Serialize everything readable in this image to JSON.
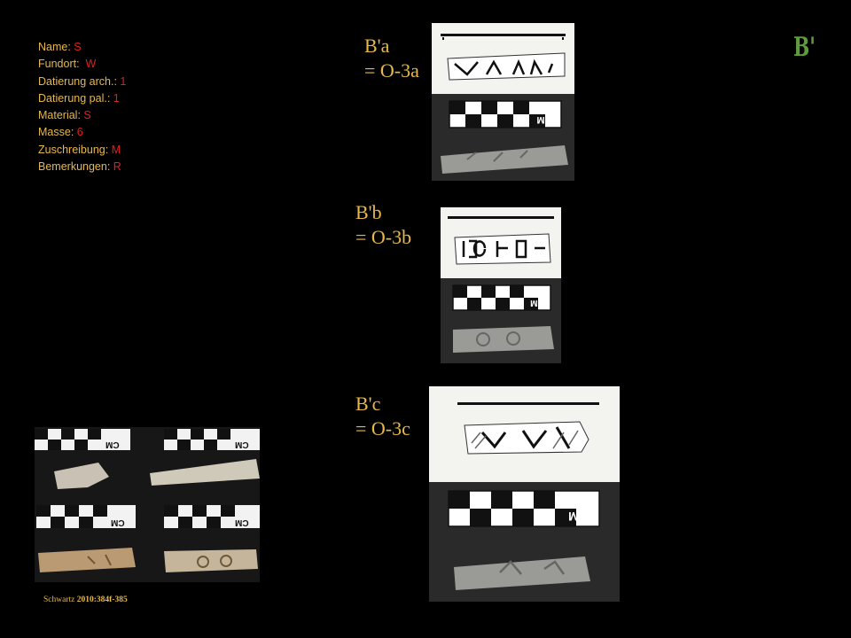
{
  "metadata": [
    {
      "key": "Name",
      "value": "S"
    },
    {
      "key": "Fundort",
      "value": "W"
    },
    {
      "key": "Datierung arch.",
      "value": "1"
    },
    {
      "key": "Datierung pal.",
      "value": "1"
    },
    {
      "key": "Material",
      "value": "S"
    },
    {
      "key": "Masse",
      "value": "6"
    },
    {
      "key": "Zuschreibung",
      "value": "M"
    },
    {
      "key": "Bemerkungen",
      "value": "R"
    }
  ],
  "slide_code": "B'",
  "items": [
    {
      "label": "B'a",
      "equivalent": "= O-3a",
      "scale_unit": "CM"
    },
    {
      "label": "B'b",
      "equivalent": "= O-3b",
      "scale_unit": "CM"
    },
    {
      "label": "B'c",
      "equivalent": "= O-3c",
      "scale_unit": "CM"
    }
  ],
  "photo_scale_unit": "CM",
  "citation": {
    "author": "Schwartz",
    "ref": "2010:384f-385"
  },
  "colors": {
    "label": "#e8b84a",
    "value": "#e0201b",
    "code": "#5f9c3b",
    "background": "#000000"
  }
}
